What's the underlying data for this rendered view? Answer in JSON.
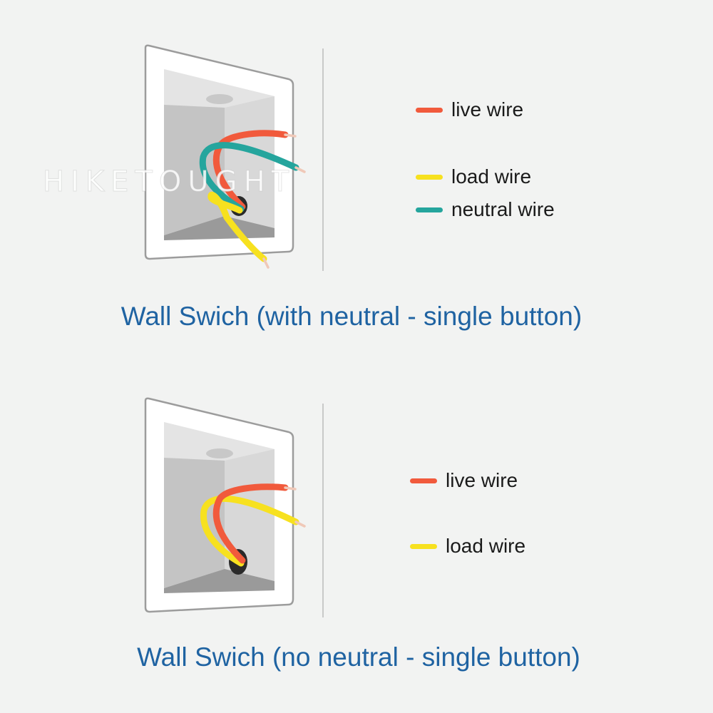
{
  "watermark": "HIKETOUGHT",
  "colors": {
    "live": "#f15a3c",
    "load": "#f7e11f",
    "neutral": "#25a59d",
    "caption": "#1f63a2"
  },
  "diagrams": [
    {
      "caption": "Wall Swich (with neutral - single button)",
      "legend": [
        {
          "wire": "live",
          "label": "live wire"
        },
        {
          "wire": "load",
          "label": "load wire"
        },
        {
          "wire": "neutral",
          "label": "neutral wire"
        }
      ]
    },
    {
      "caption": "Wall Swich (no neutral - single button)",
      "legend": [
        {
          "wire": "live",
          "label": "live wire"
        },
        {
          "wire": "load",
          "label": "load wire"
        }
      ]
    }
  ]
}
